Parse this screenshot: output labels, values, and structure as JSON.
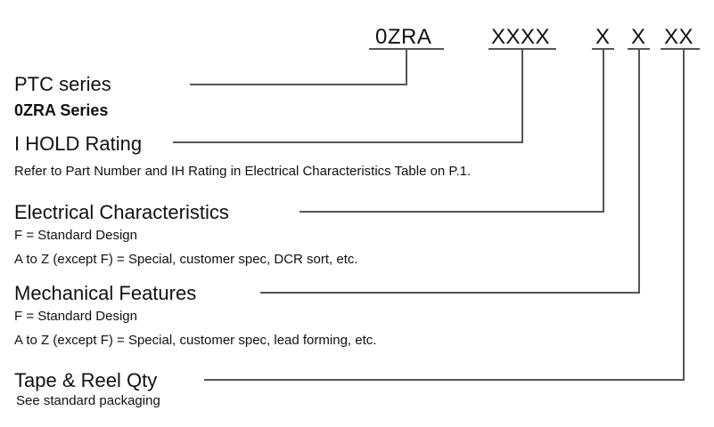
{
  "part_code": {
    "series": "0ZRA",
    "ihold": "XXXX",
    "electrical": "X",
    "mechanical": "X",
    "packaging": "XX"
  },
  "sections": {
    "ptc": {
      "heading": "PTC series",
      "sub": "0ZRA Series"
    },
    "ihold": {
      "heading": "I HOLD Rating",
      "desc": "Refer to Part Number and IH Rating in Electrical Characteristics Table on P.1."
    },
    "electrical": {
      "heading": "Electrical Characteristics",
      "line1": "F = Standard Design",
      "line2": "A to Z (except F) = Special, customer spec, DCR sort, etc."
    },
    "mechanical": {
      "heading": "Mechanical Features",
      "line1": "F = Standard Design",
      "line2": "A to Z (except F) = Special, customer spec, lead forming, etc."
    },
    "packaging": {
      "heading": "Tape & Reel Qty",
      "desc": "See standard packaging"
    }
  },
  "colors": {
    "line": "#555555",
    "text": "#111111"
  }
}
